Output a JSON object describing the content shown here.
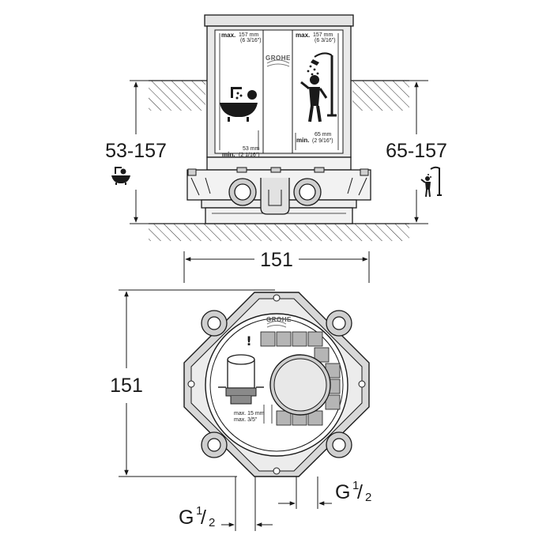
{
  "side_view": {
    "dim_left": "53-157",
    "dim_right": "65-157",
    "label_max_left": "max.",
    "label_max_left_mm": "157 mm",
    "label_max_left_in": "(6 3/16\")",
    "label_max_right": "max.",
    "label_max_right_mm": "157 mm",
    "label_max_right_in": "(6 3/16\")",
    "label_min_left": "min.",
    "label_min_left_mm": "53 mm",
    "label_min_left_in": "(2 1/16\")",
    "label_min_right": "min.",
    "label_min_right_mm": "65 mm",
    "label_min_right_in": "(2 9/16\")",
    "brand": "GROHE"
  },
  "top_view": {
    "width_dim": "151",
    "height_dim": "151",
    "brand": "GROHE",
    "depth_note_1": "max. 15 mm",
    "depth_note_2": "max. 3/5\"",
    "connector_prefix": "G",
    "connector_num": "1",
    "connector_den": "2",
    "connector_prefix_2": "G",
    "connector_num_2": "1",
    "connector_den_2": "2"
  },
  "colors": {
    "line": "#1a1a1a",
    "fill_gray": "#cfcfcf",
    "fill_dark": "#8a8a8a"
  }
}
